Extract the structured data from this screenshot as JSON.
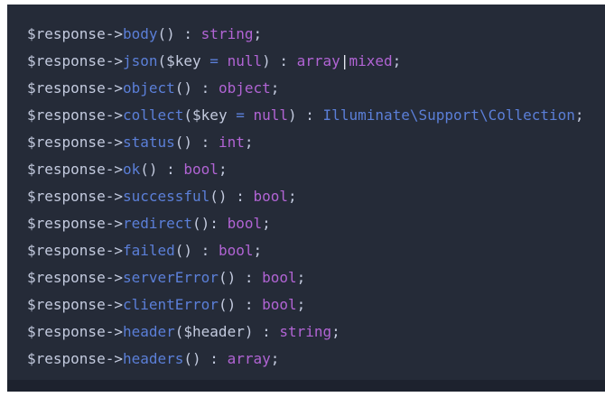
{
  "colors": {
    "page_bg": "#ffffff",
    "panel_bg": "#252b38",
    "footer_bg": "#1d222e",
    "plain": "#c3cade",
    "method": "#5b7fd8",
    "class": "#5b7fd8",
    "type": "#b164d4",
    "operator": "#5b7fd8",
    "pipe": "#e6e9f2"
  },
  "code": {
    "lines": [
      [
        {
          "text": "$response->",
          "type": "plain"
        },
        {
          "text": "body",
          "type": "method"
        },
        {
          "text": "() : ",
          "type": "plain"
        },
        {
          "text": "string",
          "type": "type"
        },
        {
          "text": ";",
          "type": "plain"
        }
      ],
      [
        {
          "text": "$response->",
          "type": "plain"
        },
        {
          "text": "json",
          "type": "method"
        },
        {
          "text": "($key ",
          "type": "plain"
        },
        {
          "text": "=",
          "type": "op"
        },
        {
          "text": " ",
          "type": "plain"
        },
        {
          "text": "null",
          "type": "type"
        },
        {
          "text": ") : ",
          "type": "plain"
        },
        {
          "text": "array",
          "type": "type"
        },
        {
          "text": "|",
          "type": "pipe"
        },
        {
          "text": "mixed",
          "type": "type"
        },
        {
          "text": ";",
          "type": "plain"
        }
      ],
      [
        {
          "text": "$response->",
          "type": "plain"
        },
        {
          "text": "object",
          "type": "method"
        },
        {
          "text": "() : ",
          "type": "plain"
        },
        {
          "text": "object",
          "type": "type"
        },
        {
          "text": ";",
          "type": "plain"
        }
      ],
      [
        {
          "text": "$response->",
          "type": "plain"
        },
        {
          "text": "collect",
          "type": "method"
        },
        {
          "text": "($key ",
          "type": "plain"
        },
        {
          "text": "=",
          "type": "op"
        },
        {
          "text": " ",
          "type": "plain"
        },
        {
          "text": "null",
          "type": "type"
        },
        {
          "text": ") : ",
          "type": "plain"
        },
        {
          "text": "Illuminate\\Support\\Collection",
          "type": "class"
        },
        {
          "text": ";",
          "type": "plain"
        }
      ],
      [
        {
          "text": "$response->",
          "type": "plain"
        },
        {
          "text": "status",
          "type": "method"
        },
        {
          "text": "() : ",
          "type": "plain"
        },
        {
          "text": "int",
          "type": "type"
        },
        {
          "text": ";",
          "type": "plain"
        }
      ],
      [
        {
          "text": "$response->",
          "type": "plain"
        },
        {
          "text": "ok",
          "type": "method"
        },
        {
          "text": "() : ",
          "type": "plain"
        },
        {
          "text": "bool",
          "type": "type"
        },
        {
          "text": ";",
          "type": "plain"
        }
      ],
      [
        {
          "text": "$response->",
          "type": "plain"
        },
        {
          "text": "successful",
          "type": "method"
        },
        {
          "text": "() : ",
          "type": "plain"
        },
        {
          "text": "bool",
          "type": "type"
        },
        {
          "text": ";",
          "type": "plain"
        }
      ],
      [
        {
          "text": "$response->",
          "type": "plain"
        },
        {
          "text": "redirect",
          "type": "method"
        },
        {
          "text": "(): ",
          "type": "plain"
        },
        {
          "text": "bool",
          "type": "type"
        },
        {
          "text": ";",
          "type": "plain"
        }
      ],
      [
        {
          "text": "$response->",
          "type": "plain"
        },
        {
          "text": "failed",
          "type": "method"
        },
        {
          "text": "() : ",
          "type": "plain"
        },
        {
          "text": "bool",
          "type": "type"
        },
        {
          "text": ";",
          "type": "plain"
        }
      ],
      [
        {
          "text": "$response->",
          "type": "plain"
        },
        {
          "text": "serverError",
          "type": "method"
        },
        {
          "text": "() : ",
          "type": "plain"
        },
        {
          "text": "bool",
          "type": "type"
        },
        {
          "text": ";",
          "type": "plain"
        }
      ],
      [
        {
          "text": "$response->",
          "type": "plain"
        },
        {
          "text": "clientError",
          "type": "method"
        },
        {
          "text": "() : ",
          "type": "plain"
        },
        {
          "text": "bool",
          "type": "type"
        },
        {
          "text": ";",
          "type": "plain"
        }
      ],
      [
        {
          "text": "$response->",
          "type": "plain"
        },
        {
          "text": "header",
          "type": "method"
        },
        {
          "text": "($header) : ",
          "type": "plain"
        },
        {
          "text": "string",
          "type": "type"
        },
        {
          "text": ";",
          "type": "plain"
        }
      ],
      [
        {
          "text": "$response->",
          "type": "plain"
        },
        {
          "text": "headers",
          "type": "method"
        },
        {
          "text": "() : ",
          "type": "plain"
        },
        {
          "text": "array",
          "type": "type"
        },
        {
          "text": ";",
          "type": "plain"
        }
      ]
    ]
  }
}
